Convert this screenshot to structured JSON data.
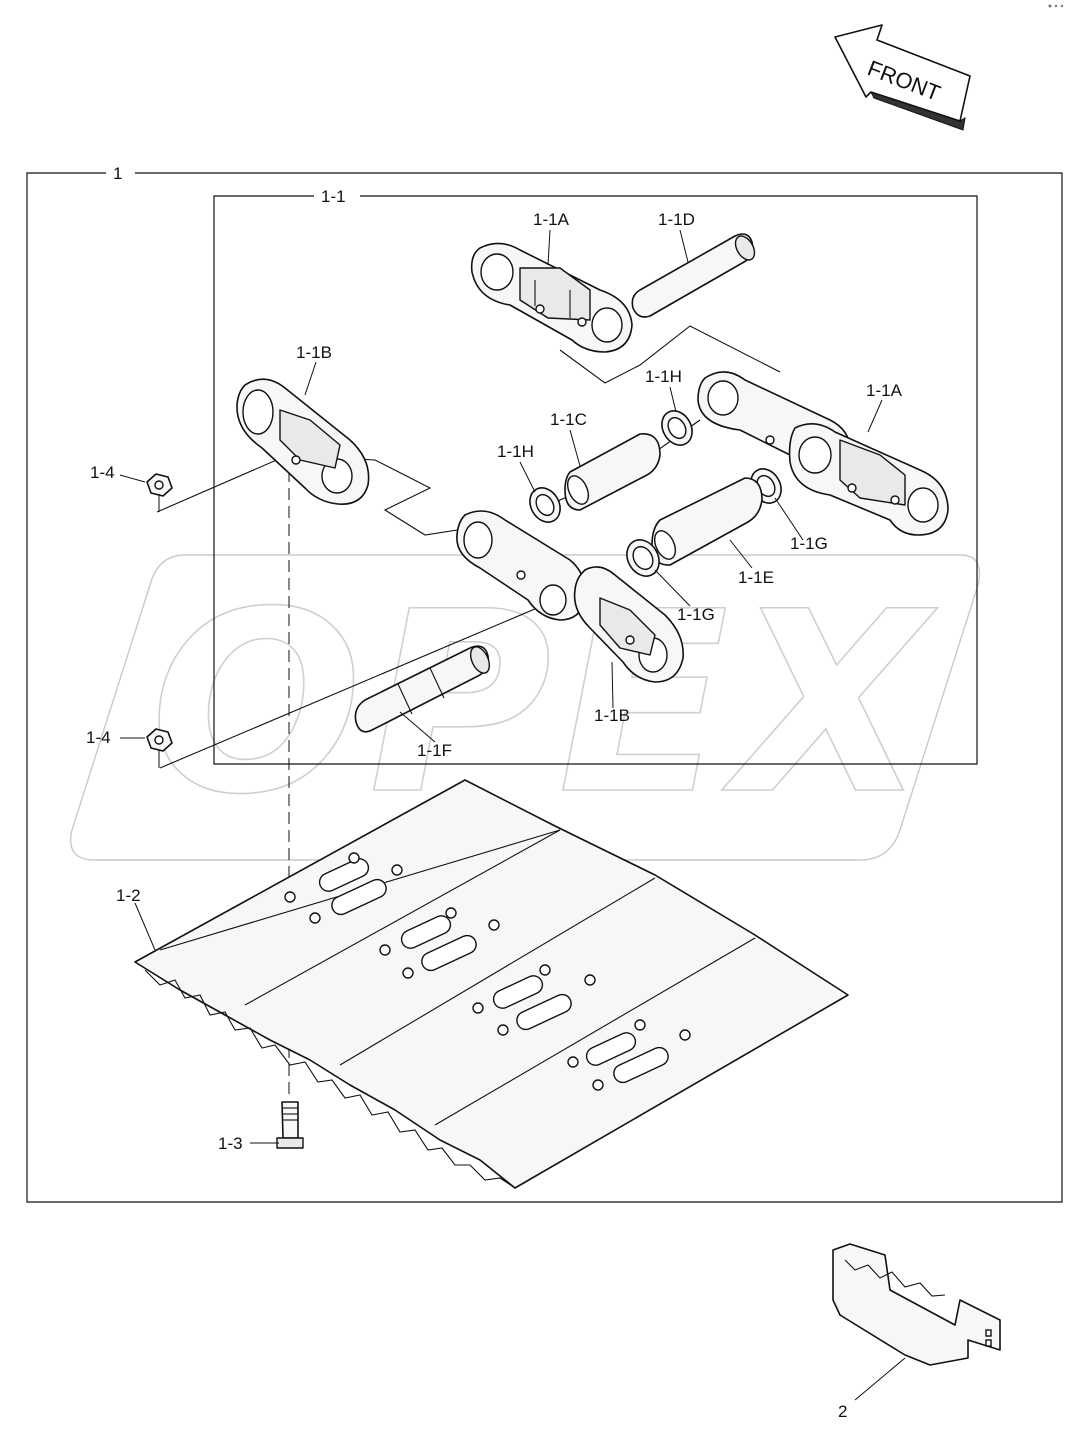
{
  "front_arrow": {
    "label": "FRONT"
  },
  "labels": {
    "assembly": "1",
    "subassembly": "1-1",
    "link_1a_top": "1-1A",
    "link_1a_right": "1-1A",
    "pin_1d": "1-1D",
    "link_1b_left": "1-1B",
    "link_1b_bottom": "1-1B",
    "seal_1h_right": "1-1H",
    "seal_1h_left": "1-1H",
    "bushing_1c": "1-1C",
    "bushing_1e": "1-1E",
    "seal_1g_right": "1-1G",
    "seal_1g_left": "1-1G",
    "pin_1f": "1-1F",
    "nut_upper": "1-4",
    "nut_lower": "1-4",
    "shoe": "1-2",
    "bolt": "1-3",
    "guard": "2"
  },
  "watermark": {
    "text": "OPEX"
  }
}
